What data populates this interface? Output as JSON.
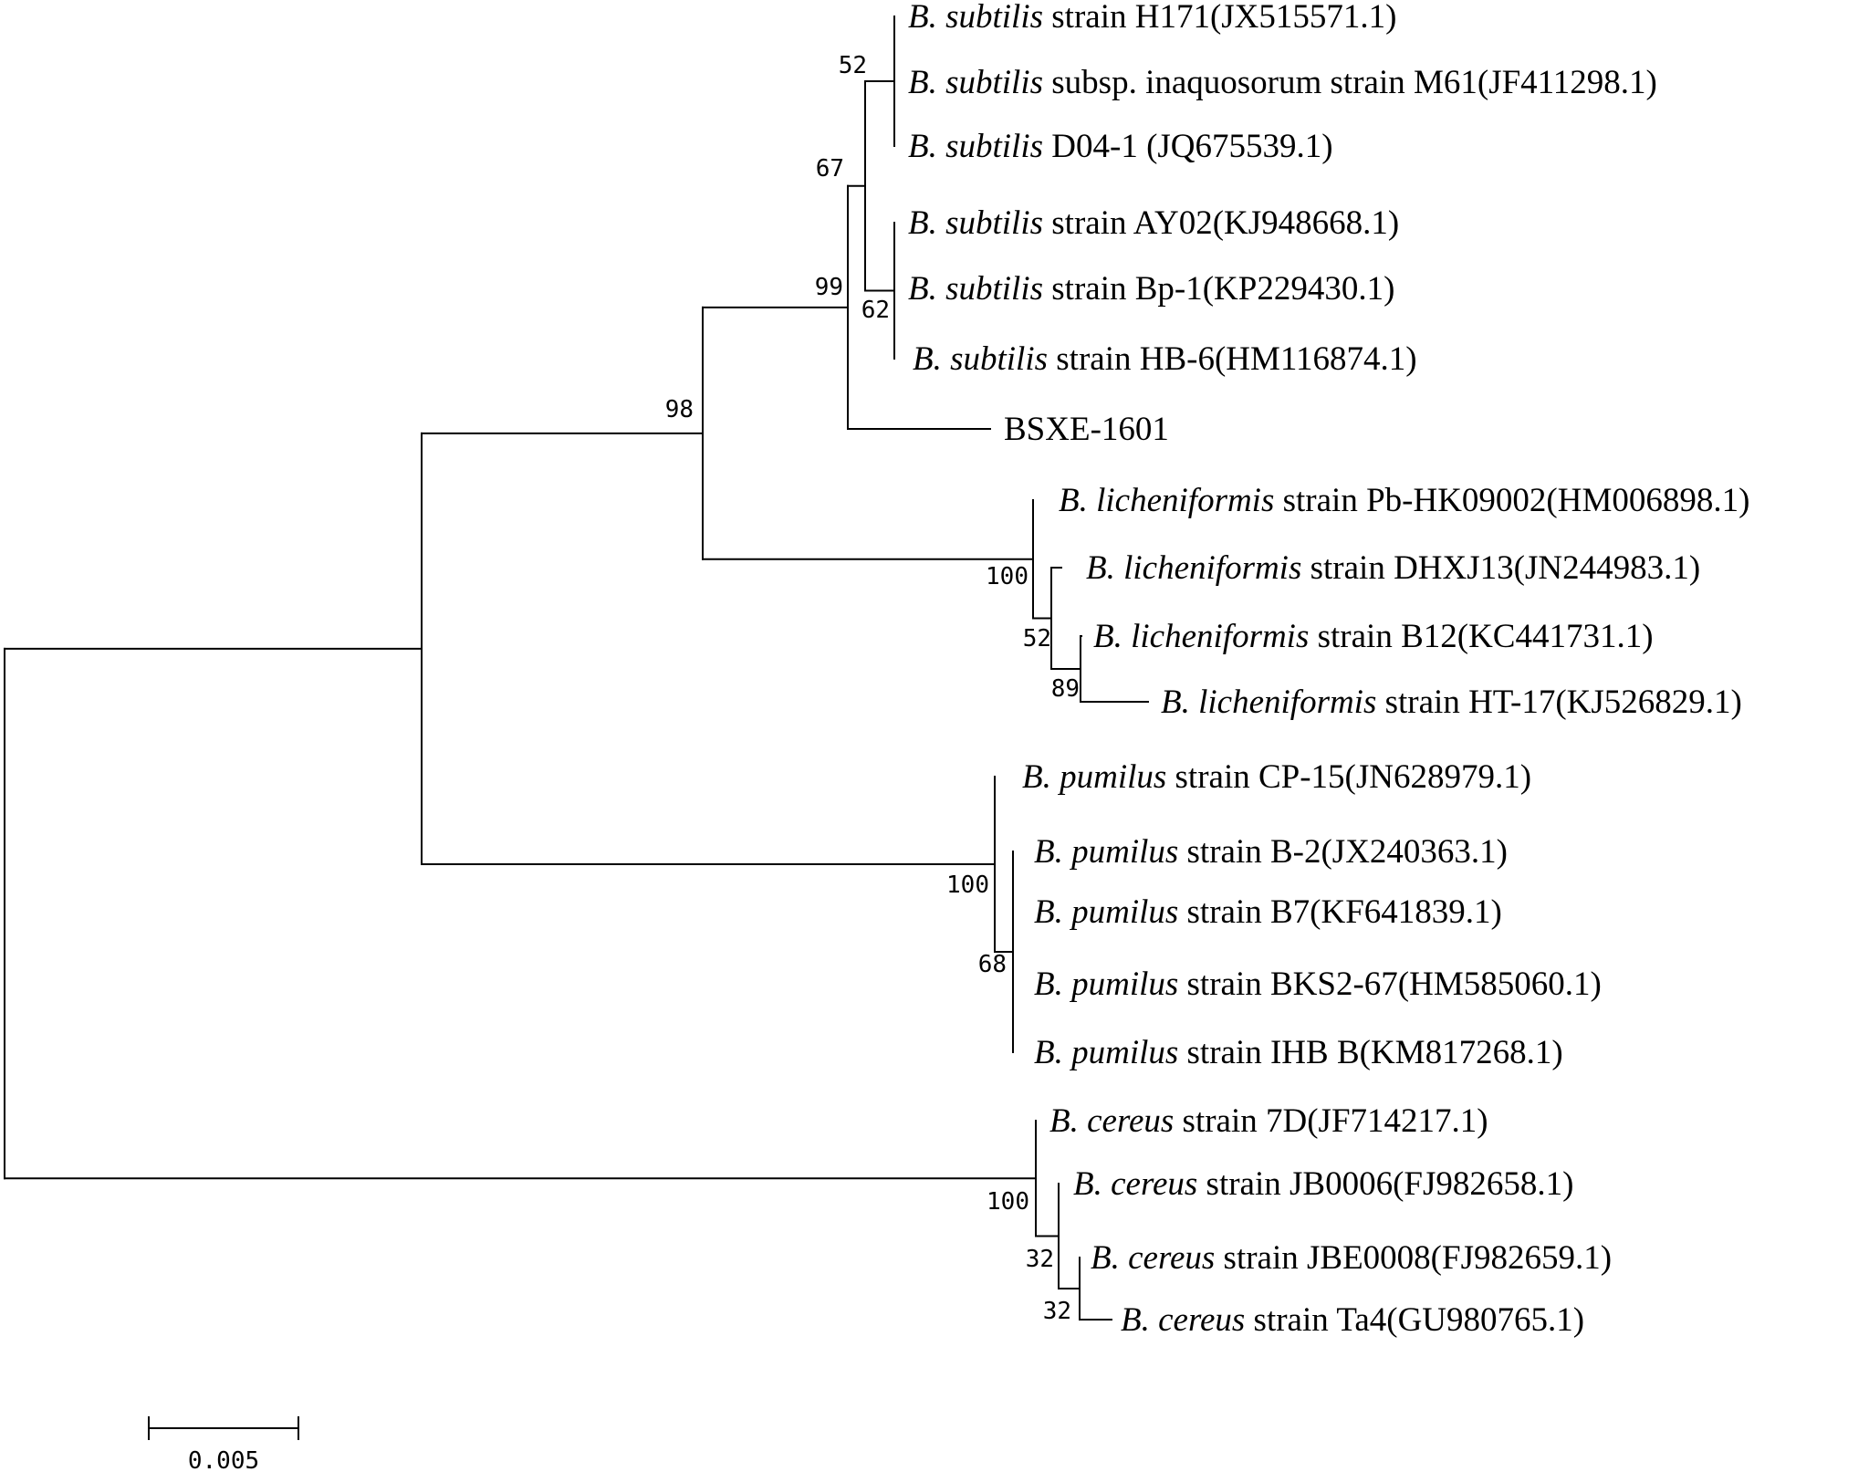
{
  "taxa": [
    {
      "id": "t1",
      "genus": "B. subtilis",
      "rest": " strain H171(JX515571.1)"
    },
    {
      "id": "t2",
      "genus": "B. subtilis",
      "rest": " subsp. inaquosorum strain M61(JF411298.1)"
    },
    {
      "id": "t3",
      "genus": "B. subtilis",
      "rest": " D04-1  (JQ675539.1)"
    },
    {
      "id": "t4",
      "genus": "B. subtilis",
      "rest": " strain AY02(KJ948668.1)"
    },
    {
      "id": "t5",
      "genus": "B. subtilis",
      "rest": " strain Bp-1(KP229430.1)"
    },
    {
      "id": "t6",
      "genus": "B. subtilis",
      "rest": " strain HB-6(HM116874.1)"
    },
    {
      "id": "t7",
      "genus": "",
      "rest": "BSXE-1601"
    },
    {
      "id": "t8",
      "genus": "B. licheniformis",
      "rest": " strain Pb-HK09002(HM006898.1)"
    },
    {
      "id": "t9",
      "genus": "B. licheniformis",
      "rest": " strain DHXJ13(JN244983.1)"
    },
    {
      "id": "t10",
      "genus": "B. licheniformis",
      "rest": " strain B12(KC441731.1)"
    },
    {
      "id": "t11",
      "genus": "B. licheniformis",
      "rest": " strain HT-17(KJ526829.1)"
    },
    {
      "id": "t12",
      "genus": "B. pumilus",
      "rest": " strain CP-15(JN628979.1)"
    },
    {
      "id": "t13",
      "genus": "B. pumilus",
      "rest": " strain B-2(JX240363.1)"
    },
    {
      "id": "t14",
      "genus": "B. pumilus",
      "rest": " strain B7(KF641839.1)"
    },
    {
      "id": "t15",
      "genus": "B. pumilus",
      "rest": " strain BKS2-67(HM585060.1)"
    },
    {
      "id": "t16",
      "genus": "B. pumilus",
      "rest": " strain IHB B(KM817268.1)"
    },
    {
      "id": "t17",
      "genus": "B. cereus",
      "rest": " strain 7D(JF714217.1)"
    },
    {
      "id": "t18",
      "genus": "B. cereus",
      "rest": " strain JB0006(FJ982658.1)"
    },
    {
      "id": "t19",
      "genus": "B. cereus",
      "rest": " strain JBE0008(FJ982659.1)"
    },
    {
      "id": "t20",
      "genus": "B. cereus",
      "rest": " strain Ta4(GU980765.1)"
    }
  ],
  "bootstrap": {
    "n_subtilis_m61": "52",
    "n_subtilis_group": "67",
    "n_subtilis_bsxe": "99",
    "n_subtilis_bp1": "62",
    "n_subtilis_lich": "98",
    "n_lich_all": "100",
    "n_lich_inner": "52",
    "n_lich_ht17": "89",
    "n_pumilus_all": "100",
    "n_pumilus_inner": "68",
    "n_cereus_all": "100",
    "n_cereus_inner": "32",
    "n_cereus_ta4": "32"
  },
  "scale_bar": {
    "label": "0.005"
  }
}
